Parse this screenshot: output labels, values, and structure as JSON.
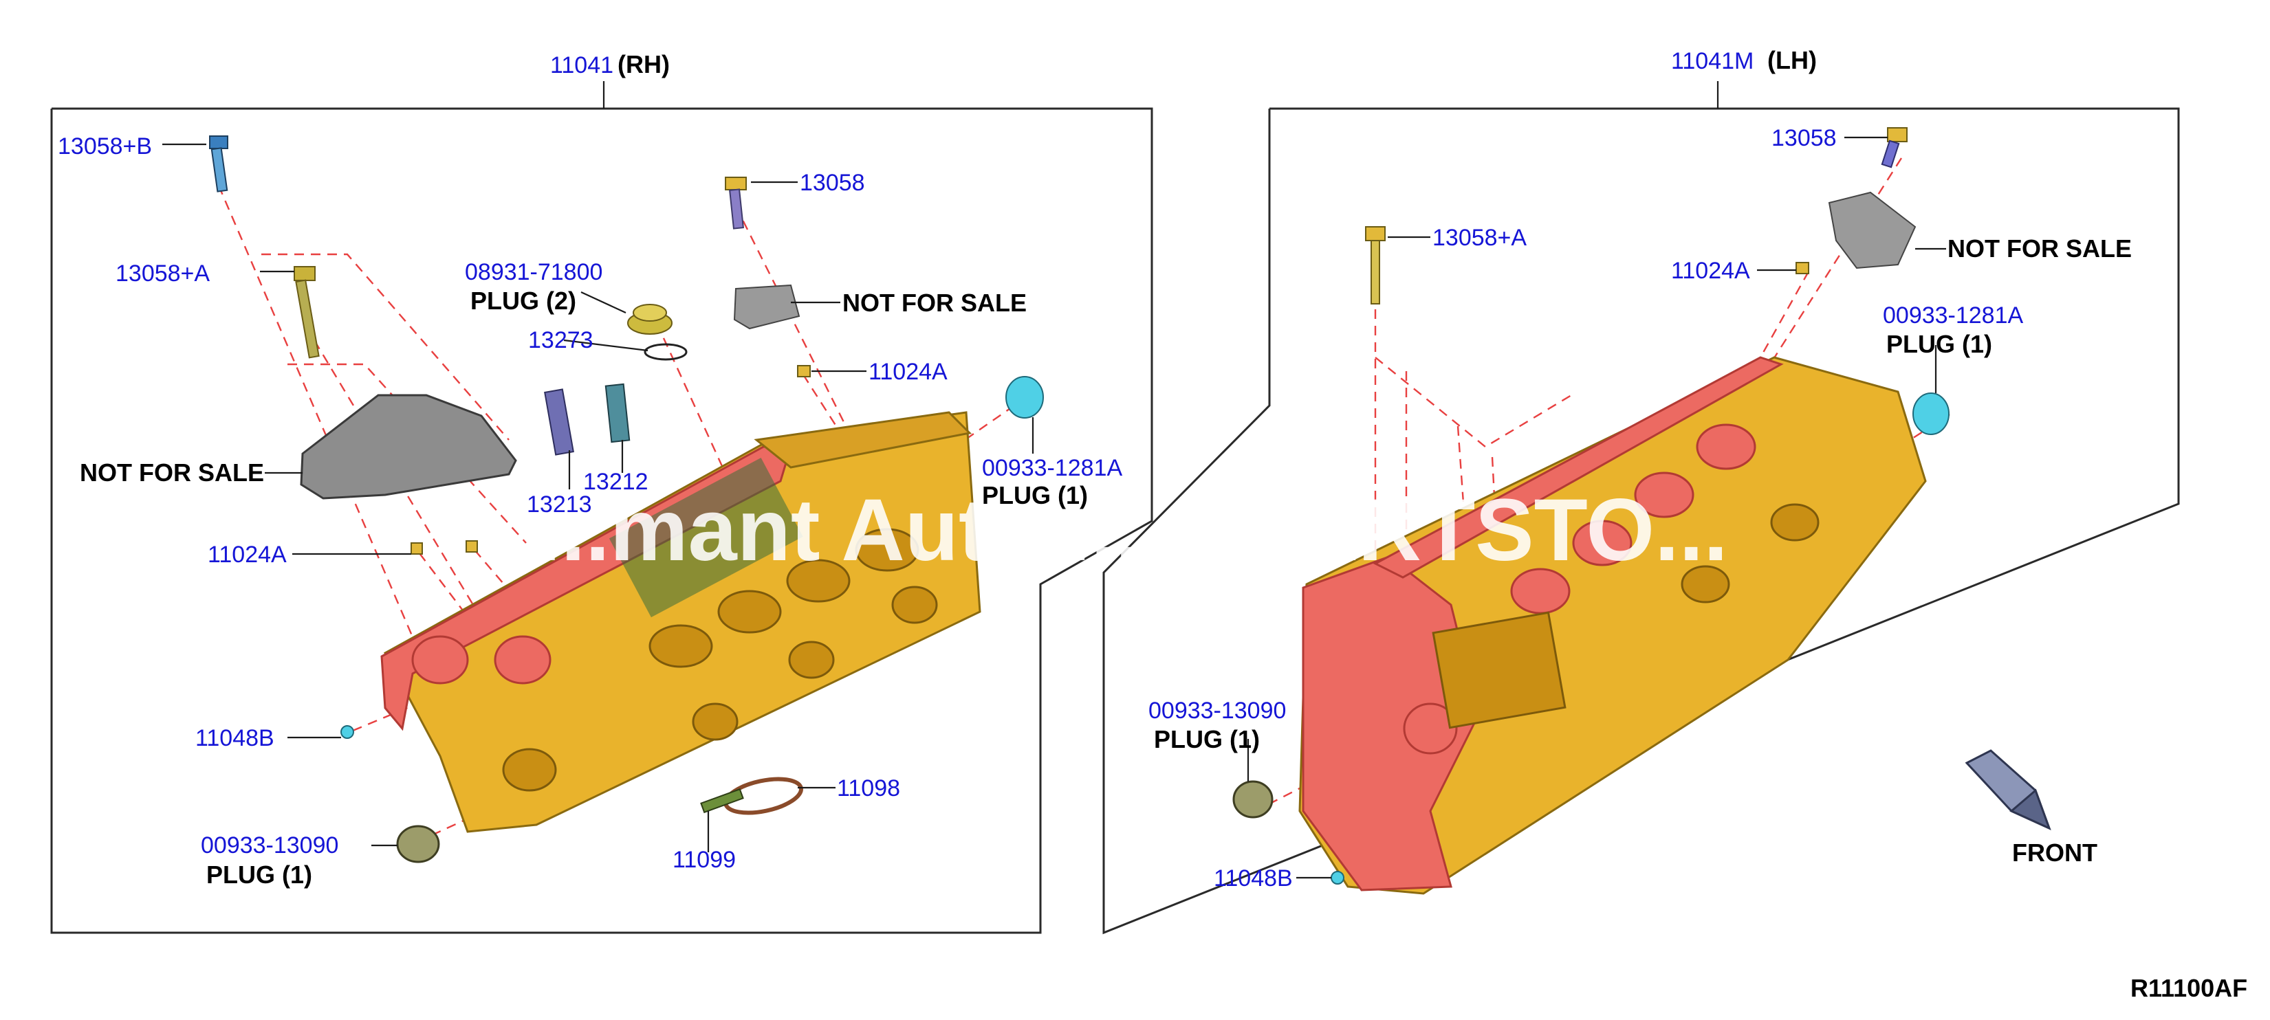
{
  "diagram_code": "R11100AF",
  "watermark": "...mant Auto ... g PARTSTO...",
  "rh": {
    "part": "11041",
    "side": "(RH)",
    "labels": {
      "bolt_b": "13058+B",
      "bolt_a": "13058+A",
      "bolt": "13058",
      "plug2_pn": "08931-71800",
      "plug2_name": "PLUG (2)",
      "gasket": "13273",
      "nfs_bracket": "NOT FOR SALE",
      "nfs_cover": "NOT FOR SALE",
      "pin_top": "11024A",
      "pin_left": "11024A",
      "guide1": "13212",
      "guide2": "13213",
      "plug_top_pn": "00933-1281A",
      "plug_top_name": "PLUG (1)",
      "dowel": "11048B",
      "plug_bottom_pn": "00933-13090",
      "plug_bottom_name": "PLUG (1)",
      "seal": "11098",
      "ring": "11099"
    }
  },
  "lh": {
    "part": "11041M",
    "side": "(LH)",
    "labels": {
      "bolt": "13058",
      "nfs_bracket": "NOT FOR SALE",
      "bolt_a": "13058+A",
      "pin": "11024A",
      "plug_top_pn": "00933-1281A",
      "plug_top_name": "PLUG (1)",
      "plug_bottom_pn": "00933-13090",
      "plug_bottom_name": "PLUG (1)",
      "dowel": "11048B",
      "front": "FRONT"
    }
  },
  "colors": {
    "part_number": "#1515d6",
    "casting": "#e9b32c",
    "gasket_surface": "#ec6a62",
    "dashed_line": "#e84040",
    "plug_cyan": "#4fd0e6",
    "bracket_gray": "#8d8d8d"
  }
}
